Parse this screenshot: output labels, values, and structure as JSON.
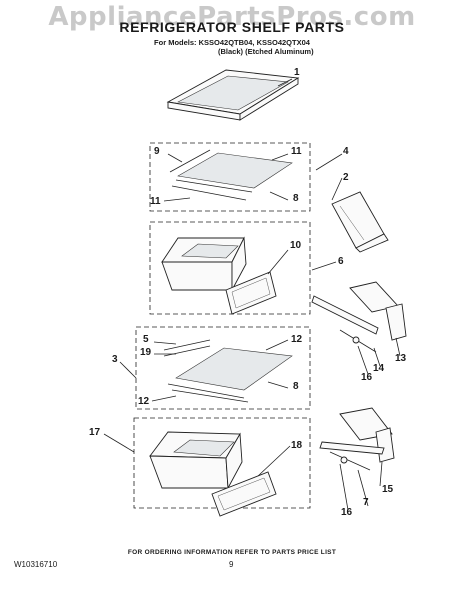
{
  "watermark": "AppliancePartsPros.com",
  "title": "REFRIGERATOR SHELF PARTS",
  "models_line": "For Models: KSSO42QTB04, KSSO42QTX04",
  "variants_line": "(Black)    (Etched Aluminum)",
  "callouts": {
    "c1": "1",
    "c2": "2",
    "c3": "3",
    "c4": "4",
    "c5": "5",
    "c6": "6",
    "c7": "7",
    "c8a": "8",
    "c8b": "8",
    "c9": "9",
    "c10": "10",
    "c11a": "11",
    "c11b": "11",
    "c12a": "12",
    "c12b": "12",
    "c13": "13",
    "c14": "14",
    "c15": "15",
    "c16a": "16",
    "c16b": "16",
    "c17": "17",
    "c18": "18",
    "c19": "19"
  },
  "footer": {
    "note": "FOR ORDERING INFORMATION REFER TO PARTS PRICE LIST",
    "doc_id": "W10316710",
    "page": "9"
  }
}
